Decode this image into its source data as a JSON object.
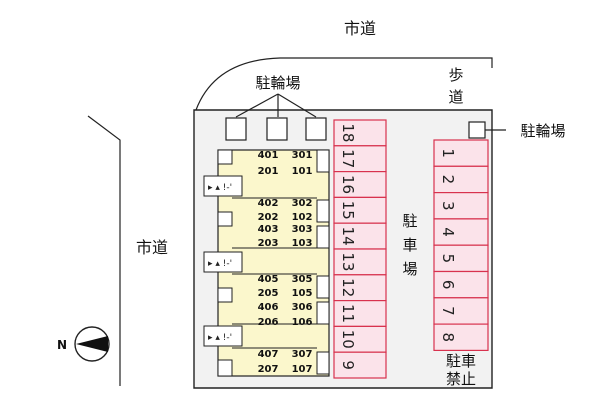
{
  "labels": {
    "road_top": "市道",
    "road_left": "市道",
    "sidewalk": [
      "歩",
      "道"
    ],
    "bicycle_parking_top": "駐輪場",
    "bicycle_parking_right": "駐輪場",
    "parking": [
      "駐",
      "車",
      "場"
    ],
    "no_parking": [
      "駐車",
      "禁止"
    ],
    "compass": "N"
  },
  "units": [
    {
      "left": "401",
      "right": "301"
    },
    {
      "left": "201",
      "right": "101"
    },
    {
      "left": "402",
      "right": "302"
    },
    {
      "left": "202",
      "right": "102"
    },
    {
      "left": "403",
      "right": "303"
    },
    {
      "left": "203",
      "right": "103"
    },
    {
      "left": "405",
      "right": "305"
    },
    {
      "left": "205",
      "right": "105"
    },
    {
      "left": "406",
      "right": "306"
    },
    {
      "left": "206",
      "right": "106"
    },
    {
      "left": "407",
      "right": "307"
    },
    {
      "left": "207",
      "right": "107"
    }
  ],
  "parking_center": [
    "18",
    "17",
    "16",
    "15",
    "14",
    "13",
    "12",
    "11",
    "10",
    "9"
  ],
  "parking_right": [
    "1",
    "2",
    "3",
    "4",
    "5",
    "6",
    "7",
    "8"
  ],
  "colors": {
    "building_fill": "#fbf7cc",
    "parking_fill": "#fbe3ea",
    "parking_stroke": "#d8324e",
    "site_fill": "#f2f2f2",
    "line": "#222222"
  }
}
